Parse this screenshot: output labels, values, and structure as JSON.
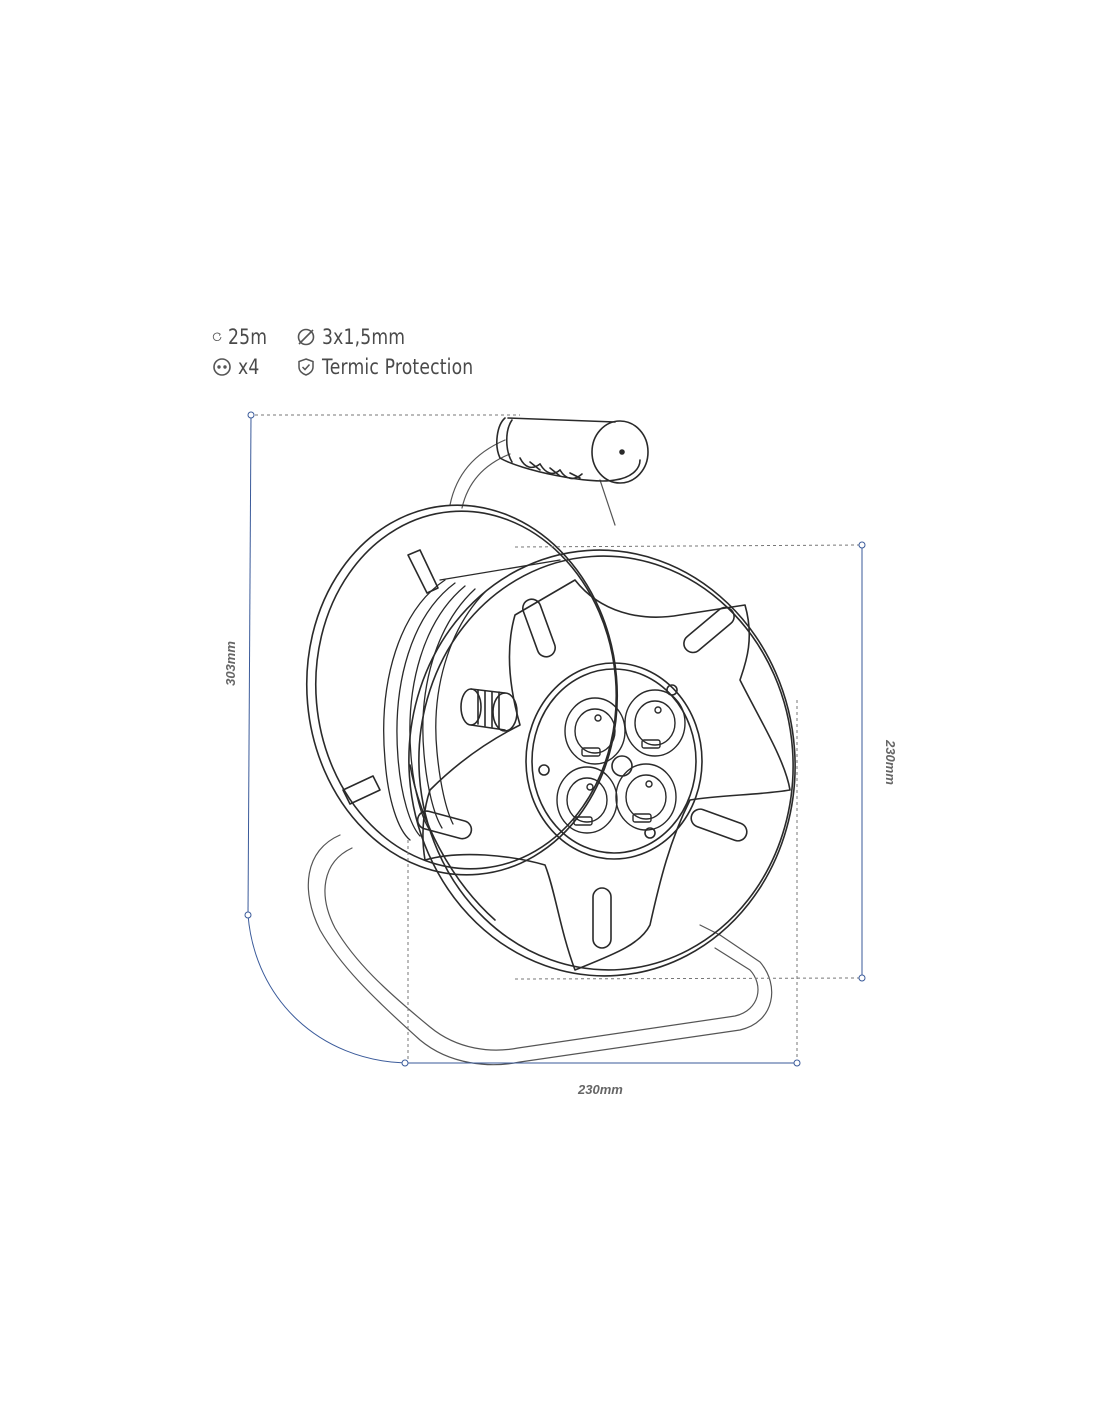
{
  "specs": {
    "length": "25m",
    "section": "3x1,5mm",
    "sockets": "x4",
    "protection": "Termic Protection"
  },
  "dimensions": {
    "height": "303mm",
    "depth": "230mm",
    "width": "230mm"
  },
  "colors": {
    "line": "#2a2a2a",
    "dimension": "#3a5a9a",
    "text": "#4a4a4a"
  }
}
